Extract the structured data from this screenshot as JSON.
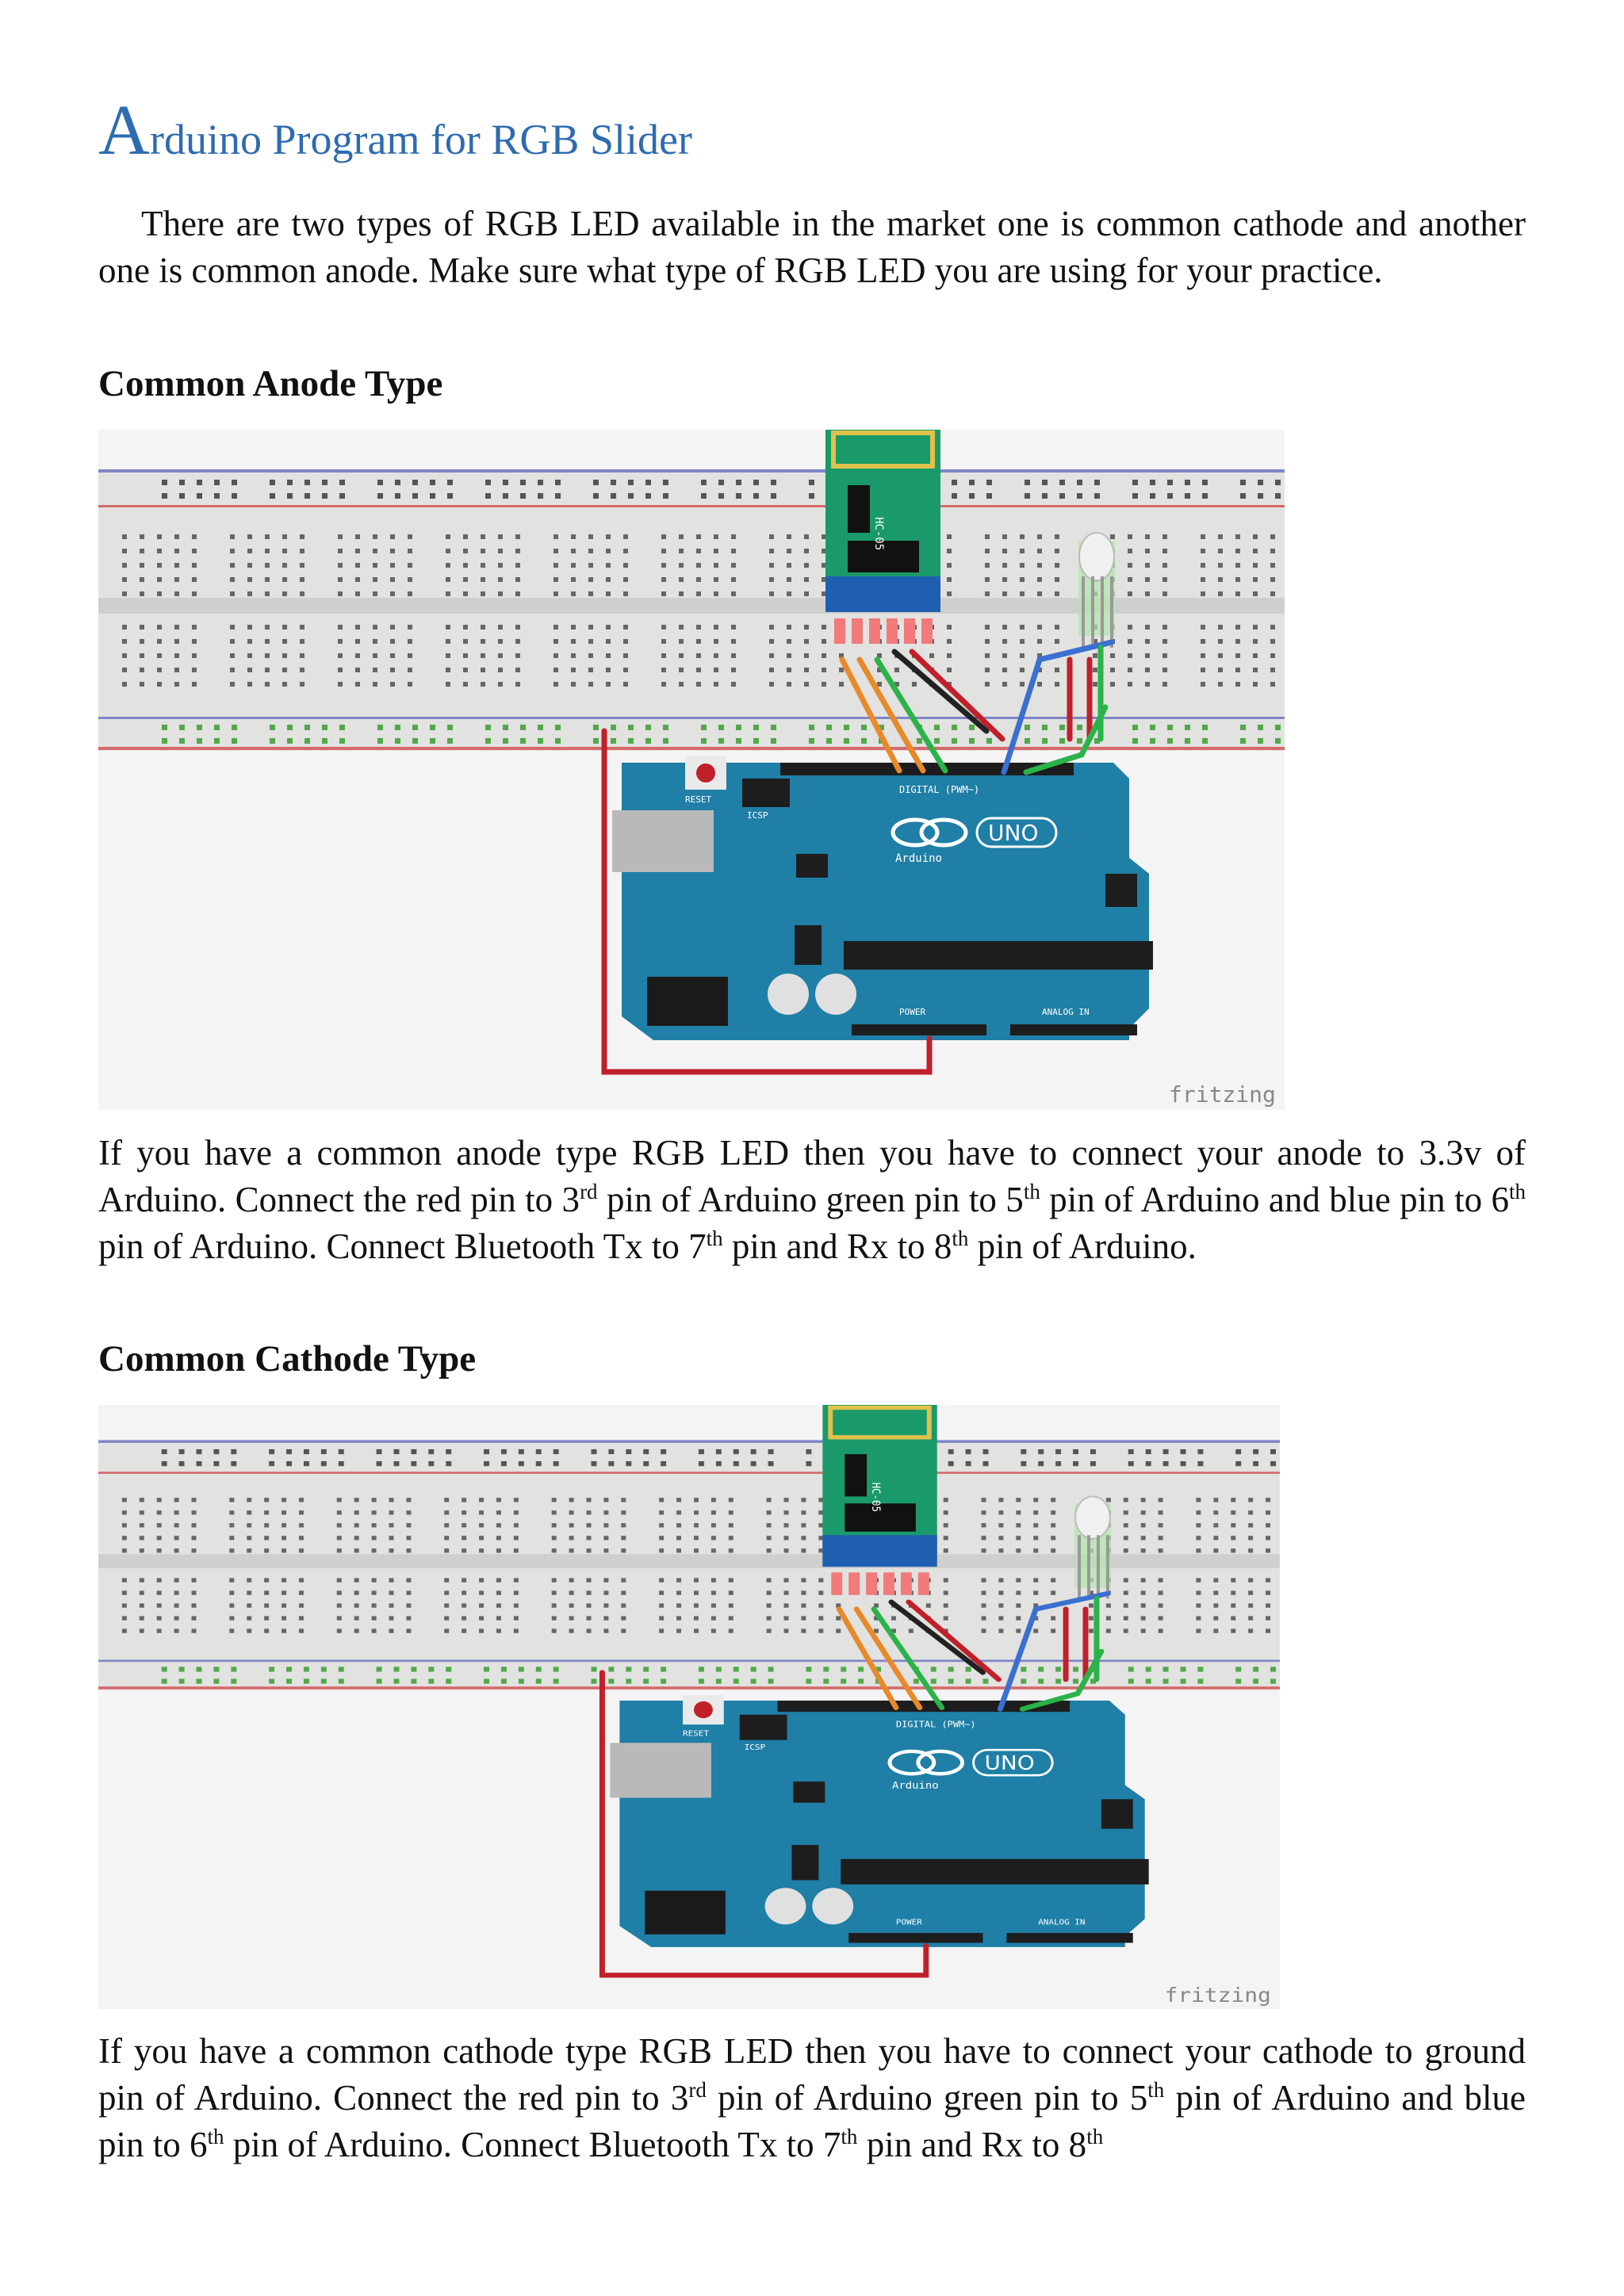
{
  "title": {
    "first_letter": "A",
    "rest": "rduino Program for RGB Slider"
  },
  "intro": "There are two types of RGB LED available in the market one is common cathode and another one is common anode. Make sure what type of RGB LED you are using for your practice.",
  "anode": {
    "heading": "Common Anode Type",
    "para": {
      "s1": "If you have a common anode type RGB LED then you have to connect your anode to 3.3v of Arduino. Connect the red pin to 3",
      "sup1": "rd",
      "s2": " pin of Arduino green pin to 5",
      "sup2": "th",
      "s3": " pin of Arduino and blue pin to 6",
      "sup3": "th",
      "s4": " pin of Arduino. Connect Bluetooth Tx to 7",
      "sup4": "th",
      "s5": " pin and Rx to 8",
      "sup5": "th",
      "s6": " pin of Arduino."
    }
  },
  "cathode": {
    "heading": "Common Cathode Type",
    "para": {
      "s1": "If you have a common cathode type RGB LED then you have to connect your cathode to ground pin of Arduino. Connect the red pin to 3",
      "sup1": "rd",
      "s2": " pin of Arduino green pin to 5",
      "sup2": "th",
      "s3": " pin of Arduino and blue pin to 6",
      "sup3": "th",
      "s4": " pin of Arduino. Connect Bluetooth Tx to 7",
      "sup4": "th",
      "s5": " pin and Rx to 8",
      "sup5": "th"
    }
  },
  "figure_labels": {
    "module": "HC-05",
    "board_logo": "UNO",
    "board_brand": "Arduino",
    "reset": "RESET",
    "icsp": "ICSP",
    "digital": "DIGITAL (PWM~)",
    "power": "POWER",
    "analog": "ANALOG IN",
    "watermark": "fritzing"
  },
  "colors": {
    "title": "#2e6bb0",
    "board": "#1f7fa6",
    "breadboard": "#e2e2e0",
    "wire_red": "#c0202a",
    "wire_green": "#2bb34a",
    "wire_blue": "#3b6fd0",
    "wire_orange": "#e8892a",
    "wire_black": "#222222"
  }
}
